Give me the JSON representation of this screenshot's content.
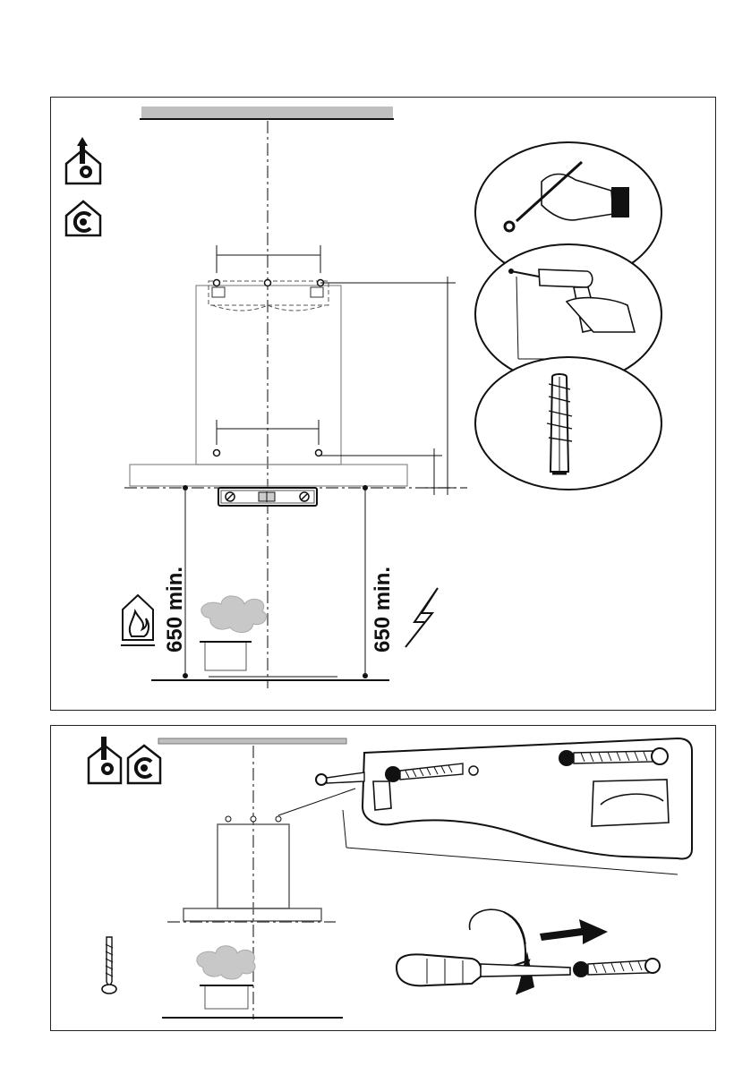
{
  "top_panel": {
    "dimension_left": "650 min.",
    "dimension_right": "650 min.",
    "icons": [
      "ducted-extraction-icon",
      "recirculation-icon",
      "flame-hazard-icon",
      "electric-hazard-icon"
    ],
    "steps": [
      "mark-wall-step",
      "drill-hole-step",
      "insert-wall-plug-step"
    ]
  },
  "bottom_panel": {
    "icons": [
      "ducted-extraction-icon",
      "recirculation-icon",
      "screw-icon"
    ],
    "steps": [
      "fix-bracket-screws-detail",
      "screwdriver-tighten-step"
    ]
  },
  "colors": {
    "line": "#111111",
    "gray_fill": "#bfbfbf",
    "steam": "#c8c8c8"
  }
}
